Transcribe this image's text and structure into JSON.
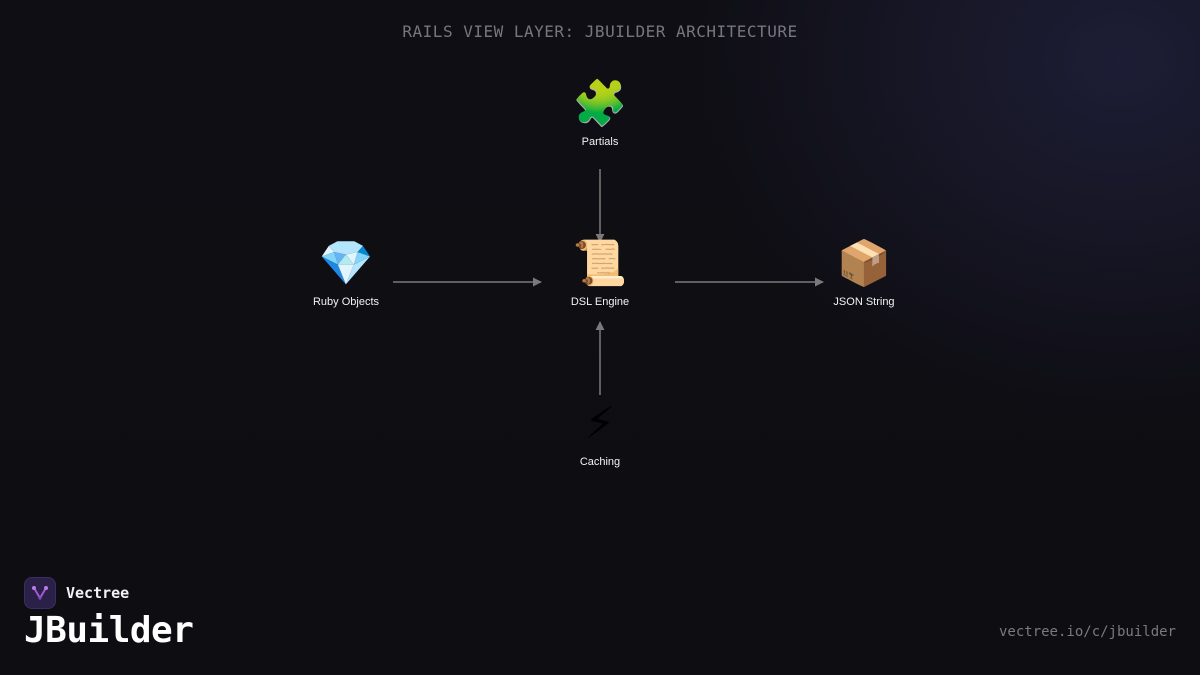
{
  "title": "RAILS VIEW LAYER: JBUILDER ARCHITECTURE",
  "nodes": {
    "partials": {
      "label": "Partials",
      "icon": "puzzle-piece-icon",
      "glyph": "🧩"
    },
    "ruby_objects": {
      "label": "Ruby Objects",
      "icon": "gem-icon",
      "glyph": "💎"
    },
    "dsl_engine": {
      "label": "DSL Engine",
      "icon": "scroll-icon",
      "glyph": "📜"
    },
    "json_string": {
      "label": "JSON String",
      "icon": "package-icon",
      "glyph": "📦"
    },
    "caching": {
      "label": "Caching",
      "icon": "lightning-icon",
      "glyph": "⚡"
    }
  },
  "edges": [
    {
      "from": "Partials",
      "to": "DSL Engine"
    },
    {
      "from": "Ruby Objects",
      "to": "DSL Engine"
    },
    {
      "from": "DSL Engine",
      "to": "JSON String"
    },
    {
      "from": "Caching",
      "to": "DSL Engine"
    }
  ],
  "branding": {
    "company": "Vectree",
    "logo_icon": "vectree-logo-icon",
    "product": "JBuilder",
    "url": "vectree.io/c/jbuilder"
  },
  "colors": {
    "background": "#0e0d12",
    "edge": "#7a7a7a",
    "title": "#77767e",
    "label": "#f2f2f4",
    "logo_bg": "#2a2048",
    "logo_accent": "#a05ad8"
  }
}
